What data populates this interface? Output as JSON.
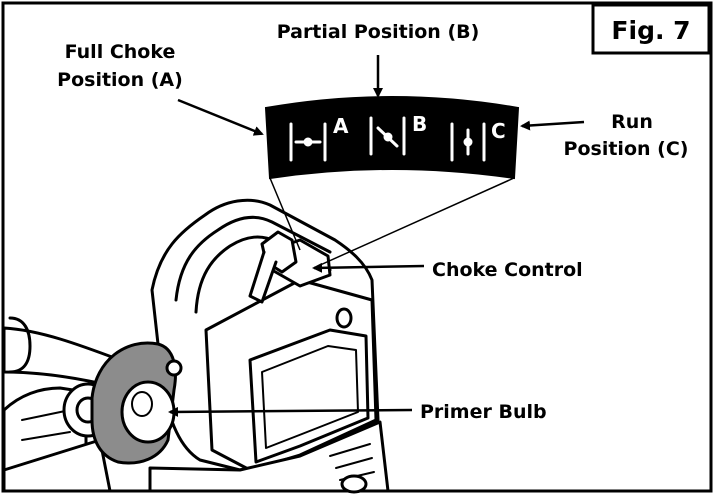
{
  "figure": {
    "label": "Fig. 7"
  },
  "callouts": {
    "partial_position": "Partial Position (B)",
    "full_choke_line1": "Full Choke",
    "full_choke_line2": "Position (A)",
    "run_line1": "Run",
    "run_line2": "Position (C)",
    "choke_control": "Choke Control",
    "primer_bulb": "Primer Bulb"
  },
  "choke_plate": {
    "positions": [
      {
        "letter": "A",
        "icon": "full-choke-symbol-icon"
      },
      {
        "letter": "B",
        "icon": "partial-choke-symbol-icon"
      },
      {
        "letter": "C",
        "icon": "run-symbol-icon"
      }
    ]
  },
  "colors": {
    "ink": "#000000",
    "paper": "#ffffff",
    "bulb_grey": "#8c8c8c"
  }
}
